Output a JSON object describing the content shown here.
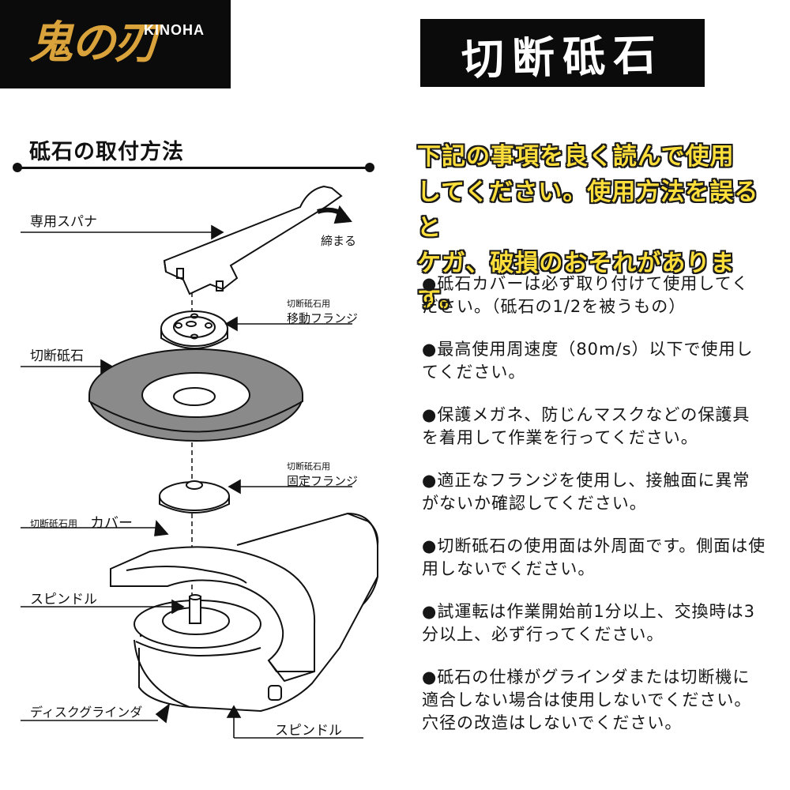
{
  "brand": {
    "logo_kanji": "鬼の刃",
    "logo_latin": "KINOHA",
    "logo_gold": "#d9a23a"
  },
  "product_title": "切断砥石",
  "section_heading": "砥石の取付方法",
  "diagram": {
    "labels": {
      "wrench": "専用スパナ",
      "tighten": "締まる",
      "moving_flange_small": "切断砥石用",
      "moving_flange": "移動フランジ",
      "cutting_wheel": "切断砥石",
      "fixed_flange_small": "切断砥石用",
      "fixed_flange": "固定フランジ",
      "cover_small": "切断砥石用",
      "cover": "カバー",
      "spindle_top": "スピンドル",
      "grinder": "ディスクグラインダ",
      "spindle_bottom": "スピンドル"
    }
  },
  "warning": {
    "lines": [
      "下記の事項を良く読んで使用",
      "してください。使用方法を誤ると",
      "ケガ、破損のおそれがあります。"
    ],
    "color": "#fdde3a"
  },
  "notes": [
    "●砥石カバーは必ず取り付けて使用してください。（砥石の1/2を被うもの）",
    "●最高使用周速度（80m/s）以下で使用してください。",
    "●保護メガネ、防じんマスクなどの保護具を着用して作業を行ってください。",
    "●適正なフランジを使用し、接触面に異常がないか確認してください。",
    "●切断砥石の使用面は外周面です。側面は使用しないでください。",
    "●試運転は作業開始前1分以上、交換時は3分以上、必ず行ってください。",
    "●砥石の仕様がグラインダまたは切断機に適合しない場合は使用しないでください。穴径の改造はしないでください。"
  ]
}
